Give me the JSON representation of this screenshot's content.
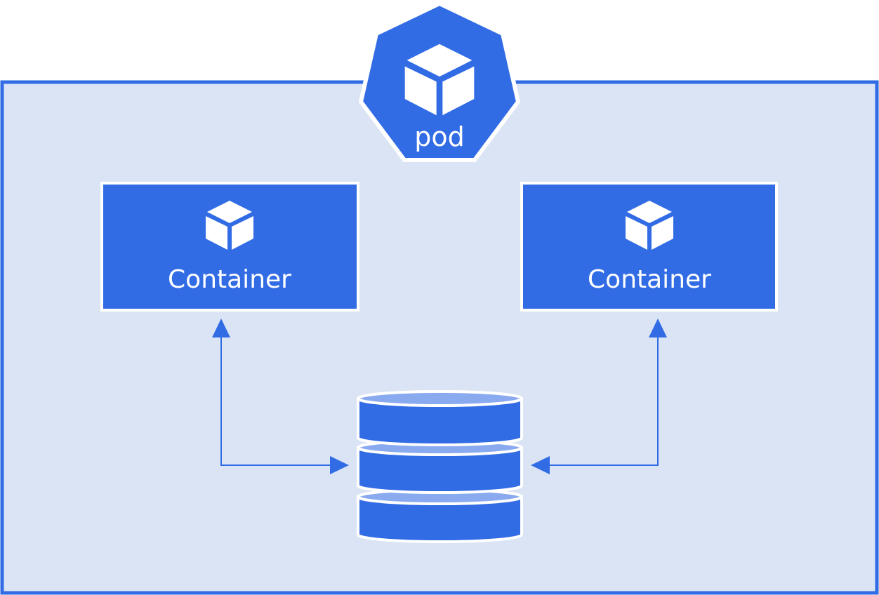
{
  "pod": {
    "label": "pod",
    "icon": "cube-icon"
  },
  "containers": [
    {
      "label": "Container",
      "icon": "cube-icon"
    },
    {
      "label": "Container",
      "icon": "cube-icon"
    }
  ],
  "volume": {
    "icon": "database-icon"
  },
  "colors": {
    "pod_fill": "#dae4f5",
    "pod_border": "#326ce5",
    "primary": "#326ce5",
    "disk_top": "#8aaaf0",
    "arrow": "#326ce5",
    "text": "#ffffff"
  }
}
